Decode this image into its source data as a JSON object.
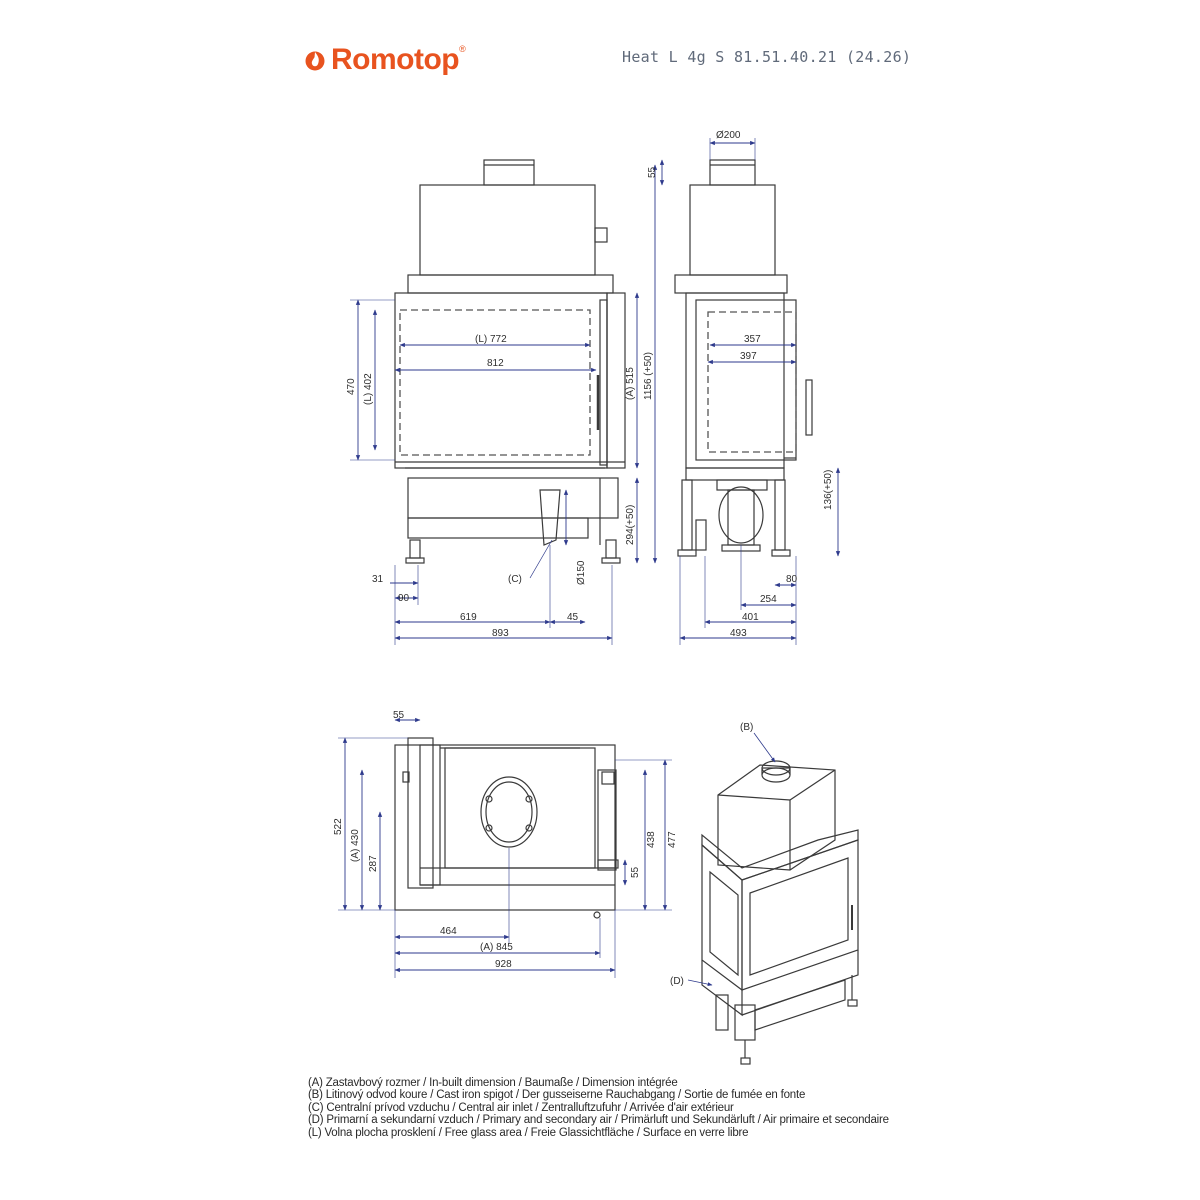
{
  "brand": {
    "name": "Romotop",
    "registered": "®",
    "color": "#e8531f"
  },
  "model_title": "Heat L 4g S 81.51.40.21 (24.26)",
  "colors": {
    "outline": "#3a3a3a",
    "dimension": "#2e3a8c",
    "glass_dash": "#555555"
  },
  "front_view": {
    "dims": {
      "glass_width": "(L) 772",
      "glass_width_outer": "812",
      "height_470": "470",
      "glass_height": "(L) 402",
      "height_515": "(A) 515",
      "total_height": "1156 (+50)",
      "base_height": "294(+50)",
      "inlet_diameter": "Ø150",
      "offset_31": "31",
      "offset_90": "90",
      "width_619": "619",
      "offset_45": "45",
      "total_width": "893"
    },
    "label_c": "(C)"
  },
  "side_view": {
    "dims": {
      "flue_diameter": "Ø200",
      "top_55": "55",
      "glass_357": "357",
      "glass_397": "397",
      "height_136": "136(+50)",
      "offset_80": "80",
      "width_254": "254",
      "width_401": "401",
      "depth_493": "493"
    }
  },
  "plan_view": {
    "dims": {
      "top_55": "55",
      "depth_522": "522",
      "depth_430": "(A) 430",
      "depth_287": "287",
      "right_55": "55",
      "right_438": "438",
      "right_477": "477",
      "width_464": "464",
      "width_845": "(A) 845",
      "width_928": "928"
    }
  },
  "iso_view": {
    "label_b": "(B)",
    "label_d": "(D)"
  },
  "legend": [
    "(A) Zastavbový rozmer / In-built dimension / Baumaße / Dimension intégrée",
    "(B) Litinový odvod koure / Cast iron spigot / Der gusseiserne Rauchabgang / Sortie de fumée en fonte",
    "(C) Centralní prívod vzduchu / Central air inlet / Zentralluftzufuhr / Arrivée d'air extérieur",
    "(D) Primarní a sekundarní vzduch / Primary and secondary air / Primärluft und Sekundärluft / Air primaire et secondaire",
    "(L) Volna plocha prosklení / Free glass area / Freie Glassichtfläche / Surface en verre libre"
  ]
}
